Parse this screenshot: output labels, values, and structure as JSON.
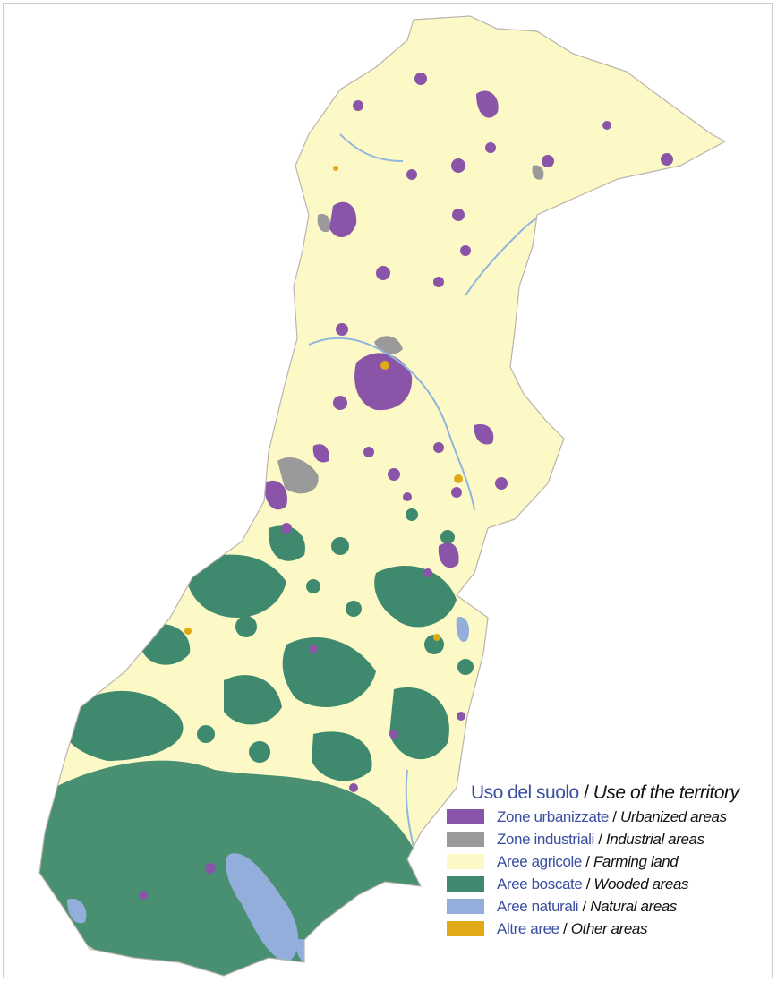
{
  "legend": {
    "title_it": "Uso del suolo",
    "title_sep": " / ",
    "title_en": "Use of the territory",
    "items": [
      {
        "it": "Zone urbanizzate",
        "en": "Urbanized areas",
        "color": "#8a55a8"
      },
      {
        "it": "Zone industriali",
        "en": "Industrial areas",
        "color": "#9a9a9a"
      },
      {
        "it": "Aree agricole",
        "en": "Farming land",
        "color": "#fdf9c6"
      },
      {
        "it": "Aree boscate",
        "en": "Wooded areas",
        "color": "#3f8a6e"
      },
      {
        "it": "Aree naturali",
        "en": "Natural areas",
        "color": "#93aedb"
      },
      {
        "it": "Altre aree",
        "en": "Other areas",
        "color": "#e0a915"
      }
    ]
  },
  "map": {
    "border_color": "#b9b4ae",
    "river_color": "#8fb6dd"
  }
}
